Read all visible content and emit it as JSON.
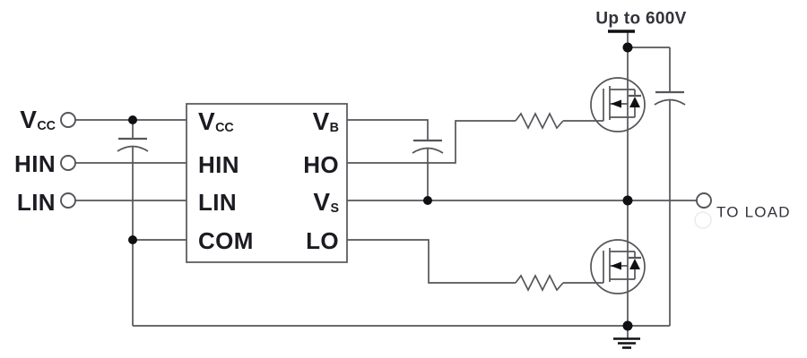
{
  "colors": {
    "wire": "#55555a",
    "dot": "#101014",
    "text": "#1b1b22",
    "text2": "#33333c",
    "ghost": "#ececec",
    "bg": "#ffffff"
  },
  "supply": {
    "label": "Up to 600V"
  },
  "load": {
    "label": "TO LOAD"
  },
  "inputs": {
    "vcc": {
      "base": "V",
      "sub": "CC"
    },
    "hin": {
      "base": "HIN",
      "sub": ""
    },
    "lin": {
      "base": "LIN",
      "sub": ""
    }
  },
  "ic": {
    "pins_left": {
      "vcc": {
        "base": "V",
        "sub": "CC"
      },
      "hin": {
        "base": "HIN",
        "sub": ""
      },
      "lin": {
        "base": "LIN",
        "sub": ""
      },
      "com": {
        "base": "COM",
        "sub": ""
      }
    },
    "pins_right": {
      "vb": {
        "base": "V",
        "sub": "B"
      },
      "ho": {
        "base": "HO",
        "sub": ""
      },
      "vs": {
        "base": "V",
        "sub": "S"
      },
      "lo": {
        "base": "LO",
        "sub": ""
      }
    }
  },
  "components": {
    "ic": "gate-driver-ic",
    "high_side_mosfet": "n-channel-mosfet",
    "low_side_mosfet": "n-channel-mosfet",
    "vcc_capacitor": "polarized-capacitor",
    "bootstrap_capacitor": "polarized-capacitor",
    "bus_capacitor": "polarized-capacitor",
    "high_side_gate_resistor": "resistor",
    "low_side_gate_resistor": "resistor",
    "ground": "earth-ground",
    "supply_terminal": "supply-bar-terminal",
    "input_terminals": "open-circle-terminal",
    "load_terminal": "open-circle-terminal"
  }
}
